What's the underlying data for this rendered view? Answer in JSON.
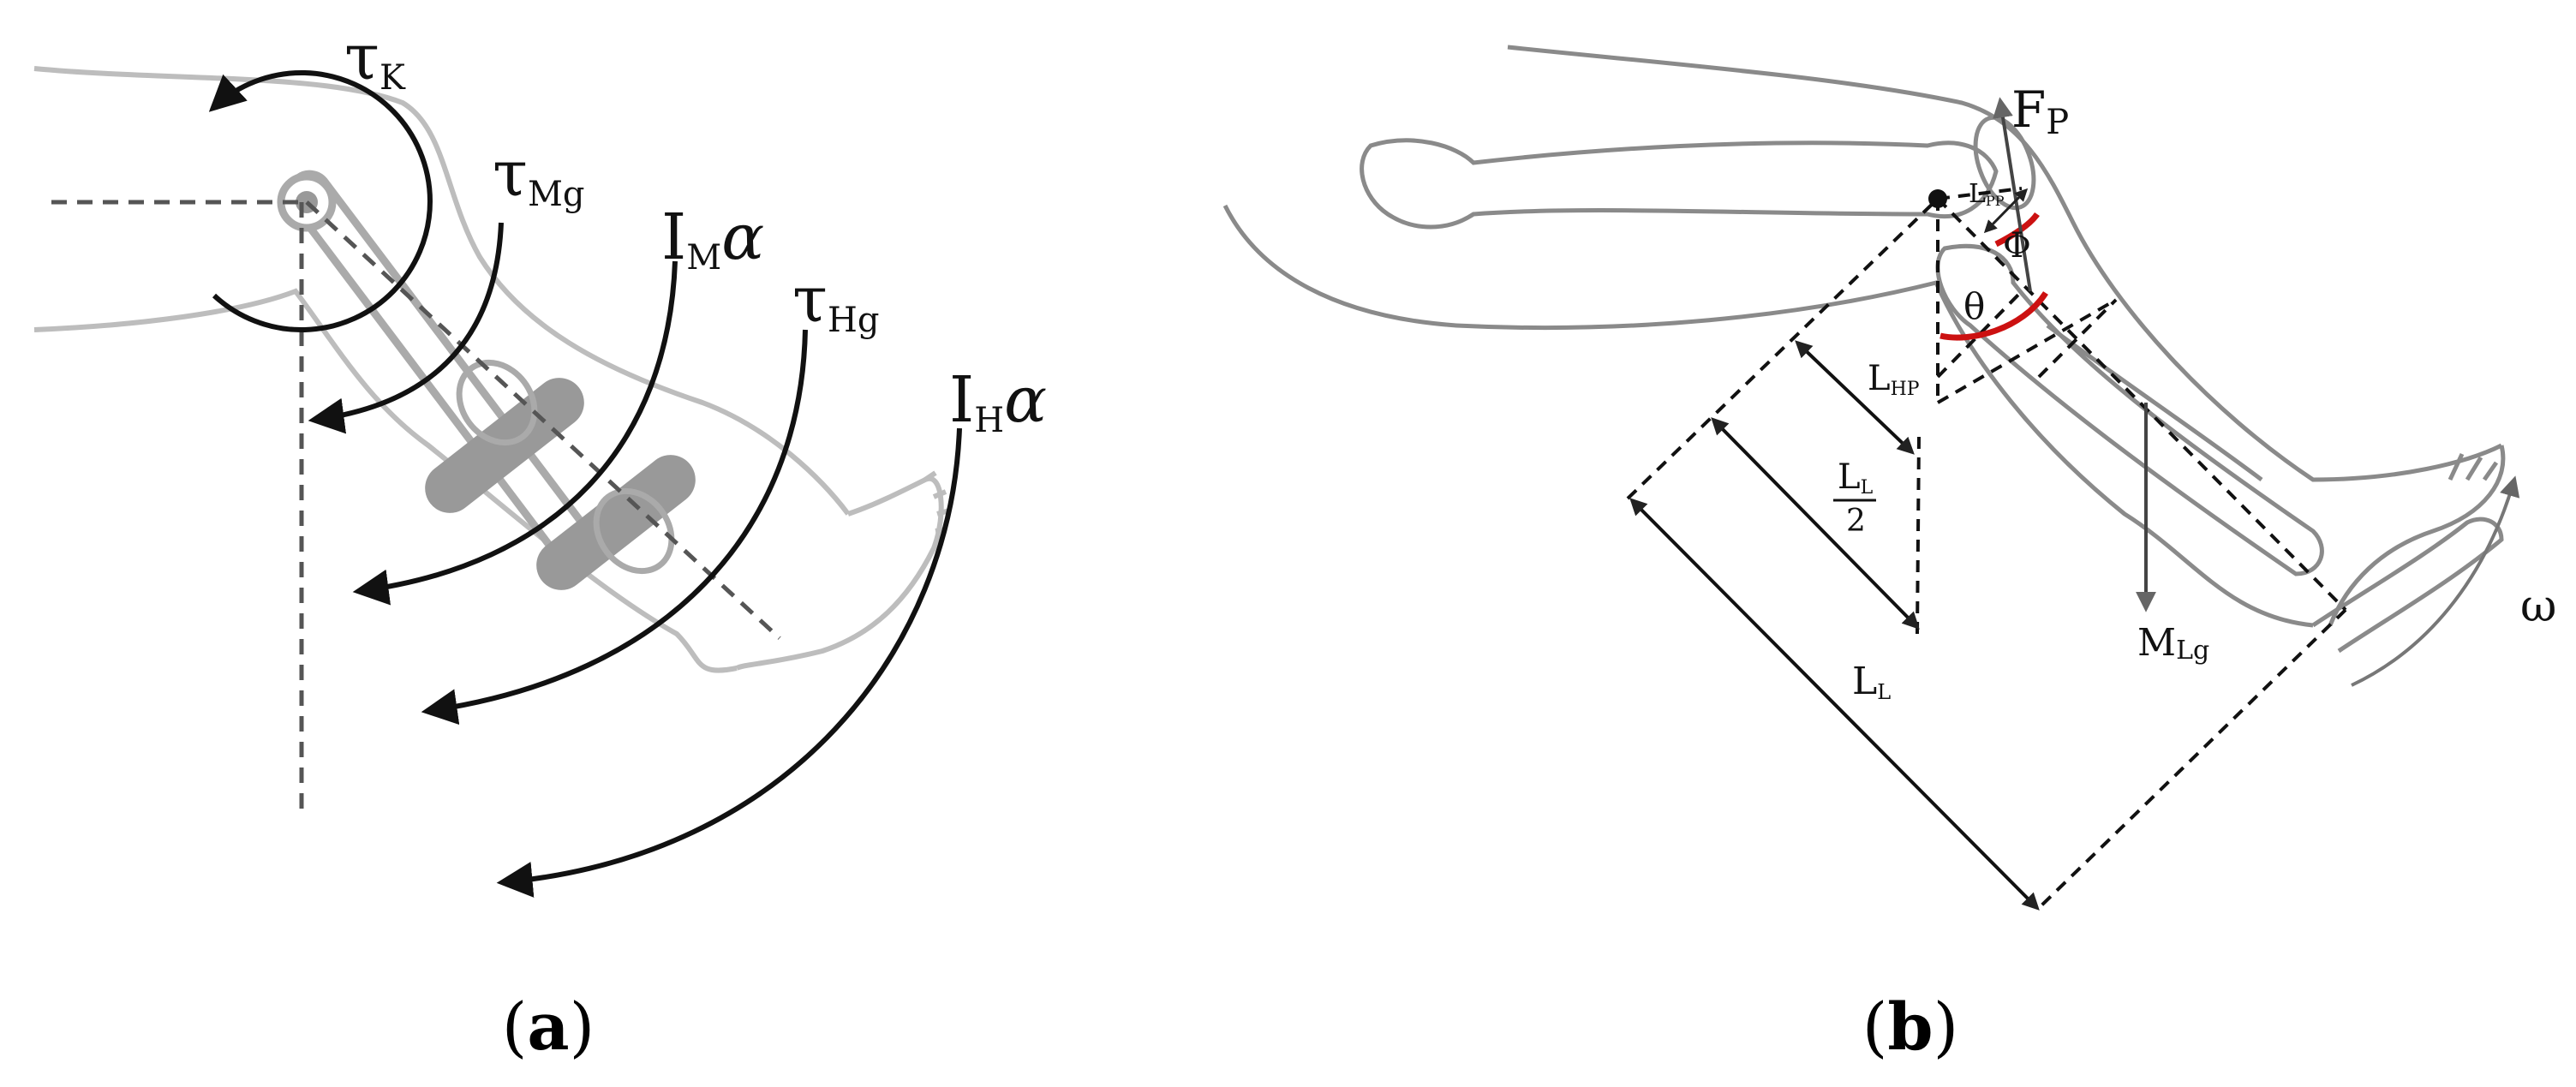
{
  "panel_a": {
    "caption": "(a)",
    "labels": {
      "tau": "τ",
      "K": "K",
      "Mg": "Mg",
      "I": "I",
      "M": "M",
      "H": "H",
      "Hg": "Hg",
      "alpha": "α"
    }
  },
  "panel_b": {
    "caption": "(b)",
    "labels": {
      "F": "F",
      "P": "P",
      "L": "L",
      "PP": "PP",
      "HP": "HP",
      "Phi": "Φ",
      "theta": "θ",
      "L_sub": "L",
      "two": "2",
      "LL": "L",
      "M": "M",
      "Lg": "Lg",
      "omega": "ω"
    }
  },
  "colors": {
    "ink": "#111111",
    "leg_outline": "#b0b0b0",
    "brace": "#999999",
    "angle_arc": "#cc1111",
    "dashed": "#555555"
  }
}
